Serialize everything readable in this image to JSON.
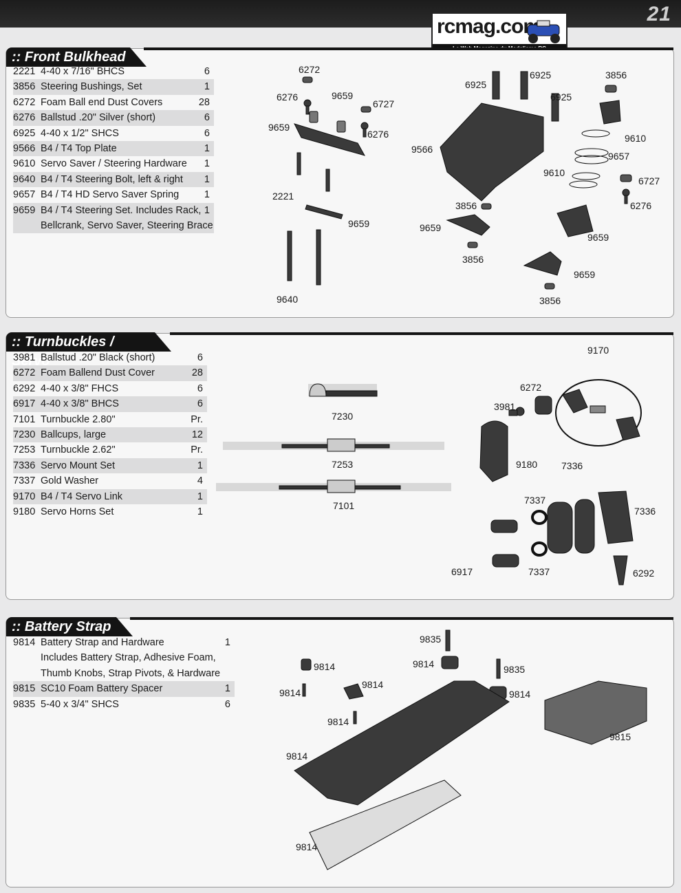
{
  "page": {
    "number": "21"
  },
  "logo": {
    "brand": "rcmag.com",
    "tagline": "Le Web Magazine du Modelisme RC"
  },
  "sections": {
    "front": {
      "title": ":: Front Bulkhead",
      "parts": [
        {
          "num": "2221",
          "desc": "4-40 x 7/16\" BHCS",
          "qty": "6"
        },
        {
          "num": "3856",
          "desc": "Steering Bushings, Set",
          "qty": "1"
        },
        {
          "num": "6272",
          "desc": "Foam Ball end Dust Covers",
          "qty": "28"
        },
        {
          "num": "6276",
          "desc": "Ballstud .20\" Silver (short)",
          "qty": "6"
        },
        {
          "num": "6925",
          "desc": "4-40 x 1/2\" SHCS",
          "qty": "6"
        },
        {
          "num": "9566",
          "desc": "B4 / T4 Top Plate",
          "qty": "1"
        },
        {
          "num": "9610",
          "desc": "Servo Saver / Steering Hardware",
          "qty": "1"
        },
        {
          "num": "9640",
          "desc": "B4 / T4 Steering Bolt, left & right",
          "qty": "1"
        },
        {
          "num": "9657",
          "desc": "B4 / T4 HD Servo Saver Spring",
          "qty": "1"
        },
        {
          "num": "9659",
          "desc": "B4 / T4 Steering Set.  Includes Rack,",
          "qty": "1"
        }
      ],
      "continuation": "Bellcrank, Servo Saver, Steering Brace"
    },
    "turnbuckles": {
      "title": ":: Turnbuckles / Servo",
      "parts": [
        {
          "num": "3981",
          "desc": "Ballstud .20\" Black (short)",
          "qty": "6"
        },
        {
          "num": "6272",
          "desc": "Foam Ballend Dust Cover",
          "qty": "28"
        },
        {
          "num": "6292",
          "desc": "4-40 x 3/8\" FHCS",
          "qty": "6"
        },
        {
          "num": "6917",
          "desc": "4-40 x 3/8\" BHCS",
          "qty": "6"
        },
        {
          "num": "7101",
          "desc": "Turnbuckle 2.80\"",
          "qty": "Pr."
        },
        {
          "num": "7230",
          "desc": "Ballcups, large",
          "qty": "12"
        },
        {
          "num": "7253",
          "desc": "Turnbuckle 2.62\"",
          "qty": "Pr."
        },
        {
          "num": "7336",
          "desc": "Servo Mount Set",
          "qty": "1"
        },
        {
          "num": "7337",
          "desc": "Gold Washer",
          "qty": "4"
        },
        {
          "num": "9170",
          "desc": "B4 / T4 Servo Link",
          "qty": "1"
        },
        {
          "num": "9180",
          "desc": "Servo Horns Set",
          "qty": "1"
        }
      ]
    },
    "battery": {
      "title": ":: Battery Strap",
      "parts": [
        {
          "num": "9814",
          "desc": "Battery Strap and Hardware",
          "qty": "1"
        }
      ],
      "continuation": [
        "Includes Battery Strap, Adhesive Foam,",
        "Thumb Knobs, Strap Pivots, & Hardware"
      ],
      "parts2": [
        {
          "num": "9815",
          "desc": "SC10 Foam Battery Spacer",
          "qty": "1"
        },
        {
          "num": "9835",
          "desc": "5-40 x 3/4\" SHCS",
          "qty": "6"
        }
      ]
    }
  },
  "callouts": {
    "front": [
      "6272",
      "6276",
      "9659",
      "6727",
      "6276",
      "9659",
      "2221",
      "9659",
      "9640",
      "6925",
      "6925",
      "6925",
      "3856",
      "9610",
      "9566",
      "9657",
      "9610",
      "6727",
      "6276",
      "3856",
      "9659",
      "9659",
      "3856",
      "9659",
      "3856"
    ],
    "turn": [
      "7230",
      "7253",
      "7101",
      "9170",
      "6272",
      "3981",
      "9180",
      "7336",
      "7337",
      "7336",
      "6917",
      "7337",
      "6292"
    ],
    "battery": [
      "9835",
      "9814",
      "9814",
      "9835",
      "9814",
      "9814",
      "9814",
      "9814",
      "9814",
      "9815",
      "9814"
    ]
  }
}
